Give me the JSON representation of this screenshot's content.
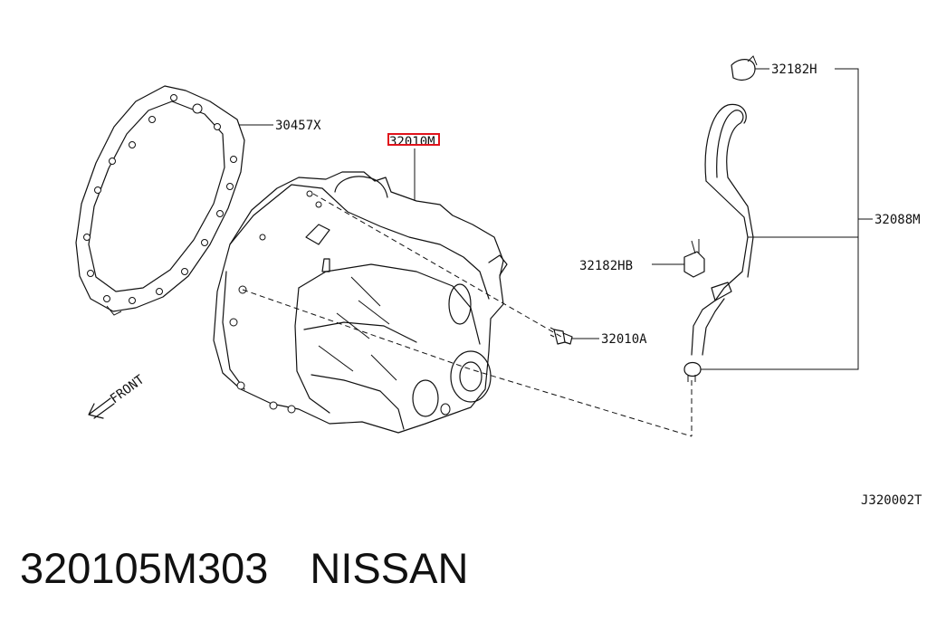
{
  "diagram": {
    "labels": {
      "gasket": "30457X",
      "case": "32010M",
      "bolt": "32010A",
      "hose_clamp_top": "32182H",
      "hose_clamp_mid": "32182HB",
      "breather_hose": "32088M",
      "front": "FRONT",
      "diagram_code": "J320002T"
    },
    "highlight": {
      "target": "32010M",
      "color": "#e0131b"
    }
  },
  "caption": {
    "part_number": "320105M303",
    "brand": "NISSAN"
  }
}
